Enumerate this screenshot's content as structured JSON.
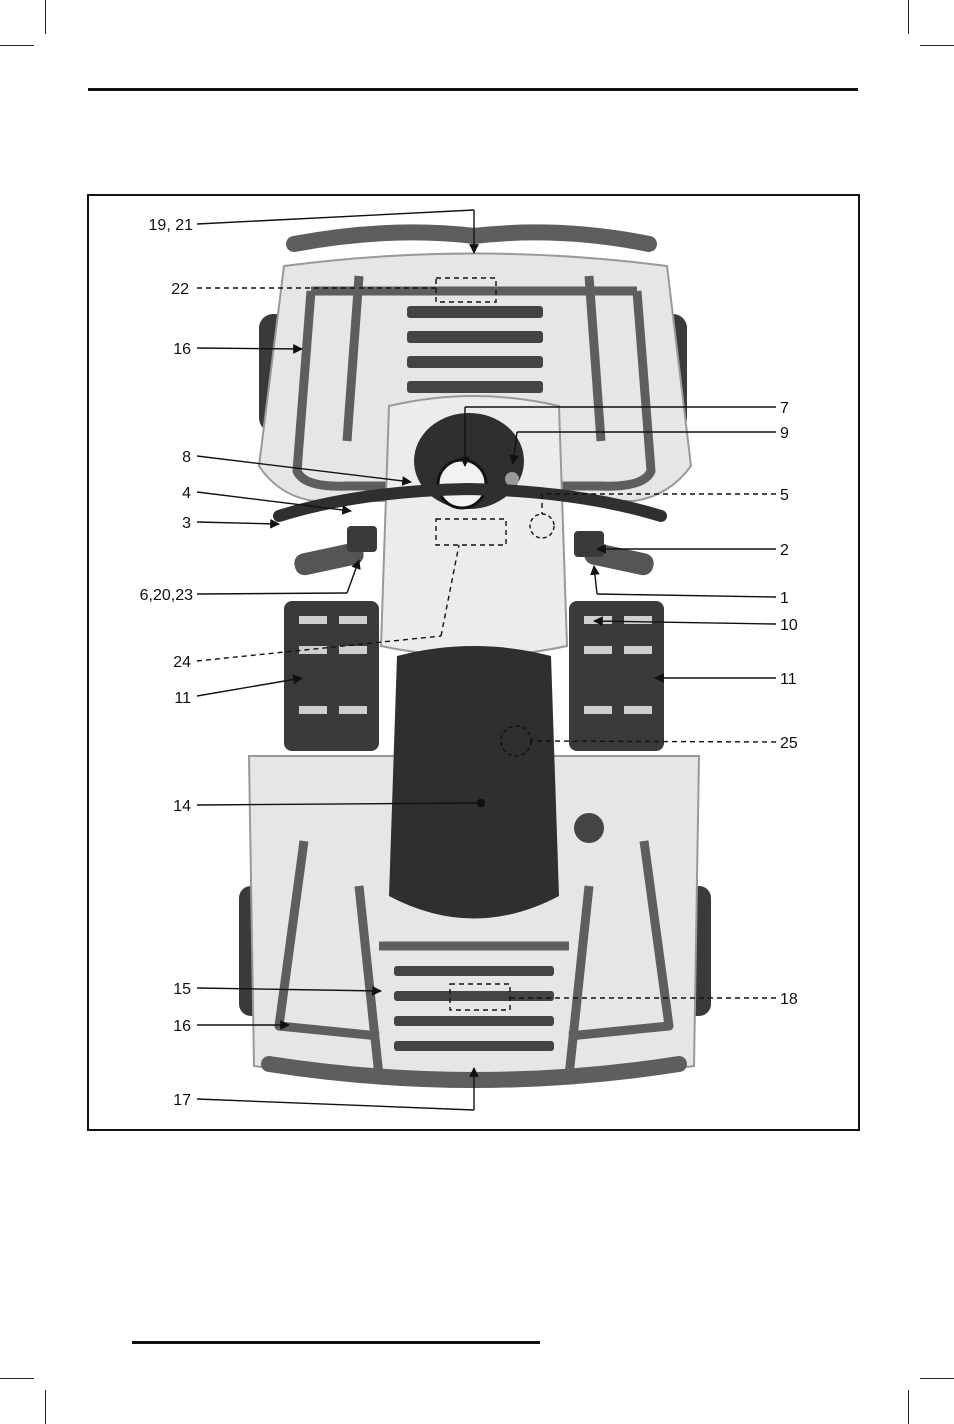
{
  "figure": {
    "callouts": [
      {
        "id": "c-19-21",
        "label": "19, 21",
        "style": "solid"
      },
      {
        "id": "c-22",
        "label": "22",
        "style": "dashed"
      },
      {
        "id": "c-16-top",
        "label": "16",
        "style": "solid"
      },
      {
        "id": "c-8",
        "label": "8",
        "style": "solid"
      },
      {
        "id": "c-4",
        "label": "4",
        "style": "solid"
      },
      {
        "id": "c-3",
        "label": "3",
        "style": "solid"
      },
      {
        "id": "c-6-20-23",
        "label": "6,20,23",
        "style": "solid"
      },
      {
        "id": "c-24",
        "label": "24",
        "style": "dashed"
      },
      {
        "id": "c-11-left",
        "label": "11",
        "style": "solid"
      },
      {
        "id": "c-14",
        "label": "14",
        "style": "solid"
      },
      {
        "id": "c-15",
        "label": "15",
        "style": "solid"
      },
      {
        "id": "c-16-bottom",
        "label": "16",
        "style": "solid"
      },
      {
        "id": "c-17",
        "label": "17",
        "style": "solid"
      },
      {
        "id": "c-7",
        "label": "7",
        "style": "solid"
      },
      {
        "id": "c-9",
        "label": "9",
        "style": "solid"
      },
      {
        "id": "c-5",
        "label": "5",
        "style": "dashed"
      },
      {
        "id": "c-2",
        "label": "2",
        "style": "solid"
      },
      {
        "id": "c-1",
        "label": "1",
        "style": "solid"
      },
      {
        "id": "c-10",
        "label": "10",
        "style": "solid"
      },
      {
        "id": "c-11-right",
        "label": "11",
        "style": "solid"
      },
      {
        "id": "c-25",
        "label": "25",
        "style": "dashed"
      },
      {
        "id": "c-18",
        "label": "18",
        "style": "dashed"
      }
    ],
    "colors": {
      "line": "#111111",
      "body": "#e6e6e6",
      "rack": "#5e5e5e",
      "dark": "#3a3a3a",
      "seat": "#2f2f2f"
    }
  }
}
